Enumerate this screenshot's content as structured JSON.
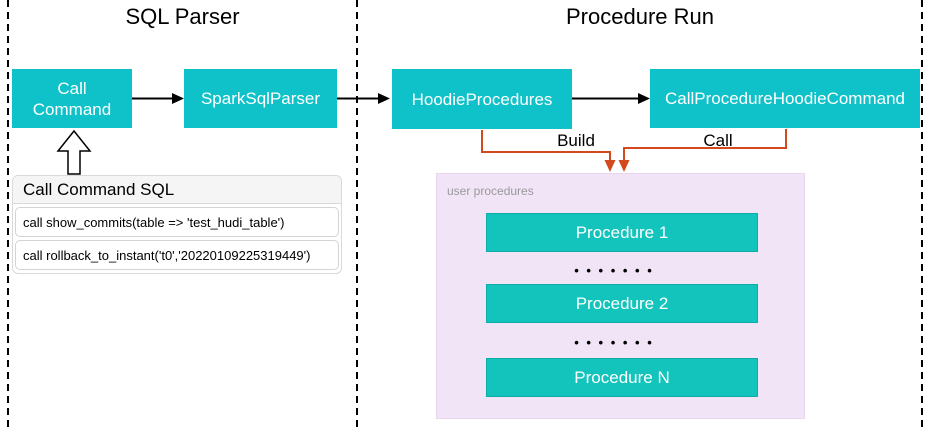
{
  "sections": {
    "sql_parser": {
      "title": "SQL Parser"
    },
    "procedure_run": {
      "title": "Procedure Run"
    }
  },
  "nodes": {
    "call_command": "Call Command",
    "spark_sql_parser": "SparkSqlParser",
    "hoodie_procedures": "HoodieProcedures",
    "call_procedure_hoodie_command": "CallProcedureHoodieCommand"
  },
  "edges": {
    "build_label": "Build",
    "call_label": "Call"
  },
  "sql_panel": {
    "header": "Call Command SQL",
    "rows": [
      "call show_commits(table => 'test_hudi_table')",
      "call rollback_to_instant('t0','20220109225319449')"
    ]
  },
  "procedures_panel": {
    "label": "user procedures",
    "items": [
      "Procedure 1",
      "Procedure 2",
      "Procedure N"
    ],
    "dots": "• • • • • • •"
  },
  "colors": {
    "flow_box_teal": "#0fc2c9",
    "procedure_box_teal": "#12c4bc",
    "panel_purple": "#f2e4f7",
    "edge_orange": "#d2491e",
    "arrow_black": "#000000",
    "label_gray": "#999999"
  }
}
